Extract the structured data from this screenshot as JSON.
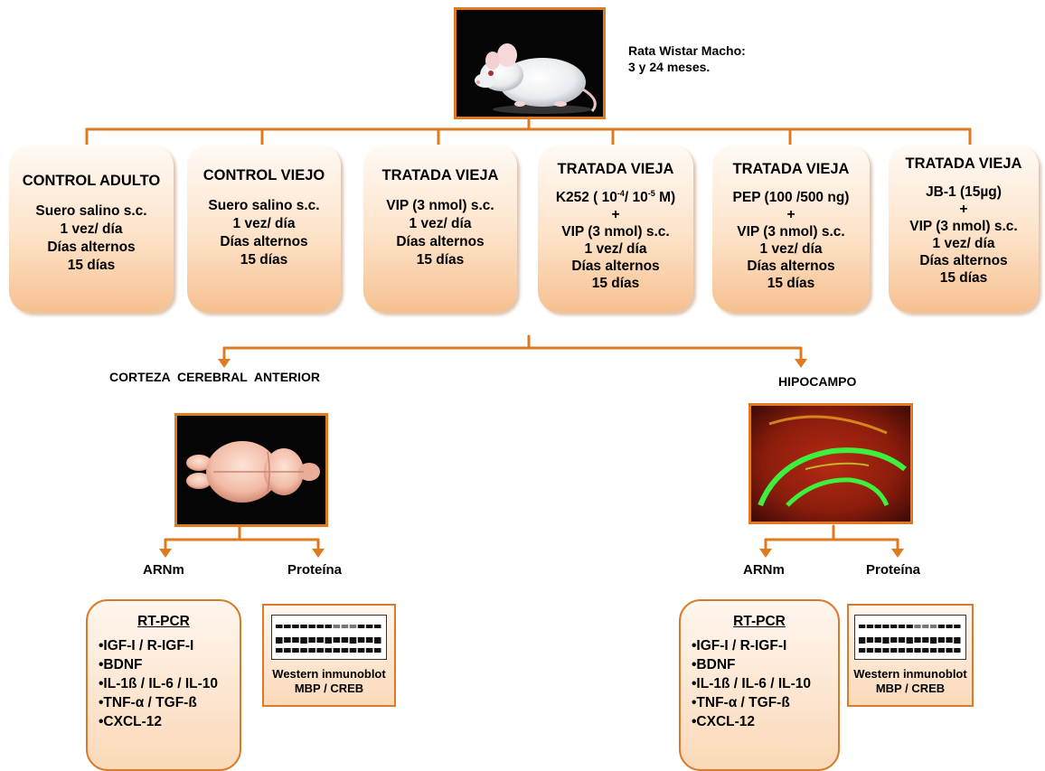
{
  "subject": {
    "title": "Rata Wistar Macho:",
    "ages": "3 y 24 meses."
  },
  "groups": [
    {
      "title": "CONTROL ADULTO",
      "lines": [
        "Suero salino s.c.",
        "1 vez/ día",
        "Días alternos",
        "15 días"
      ]
    },
    {
      "title": "CONTROL VIEJO",
      "lines": [
        "Suero salino s.c.",
        "1 vez/ día",
        "Días alternos",
        "15 días"
      ]
    },
    {
      "title": "TRATADA VIEJA",
      "lines": [
        "VIP (3 nmol) s.c.",
        "1 vez/ día",
        "Días alternos",
        "15 días"
      ]
    },
    {
      "title": "TRATADA VIEJA",
      "lines": [
        "K252 ( 10-4/ 10-5 M)",
        "+",
        "VIP (3 nmol) s.c.",
        "1 vez/ día",
        "Días alternos",
        "15 días"
      ]
    },
    {
      "title": "TRATADA VIEJA",
      "lines": [
        "PEP (100 /500 ng)",
        "+",
        "VIP (3 nmol) s.c.",
        "1 vez/ día",
        "Días alternos",
        "15 días"
      ]
    },
    {
      "title": "TRATADA VIEJA",
      "lines": [
        "JB-1 (15µg)",
        "+",
        "VIP (3 nmol) s.c.",
        "1 vez/ día",
        "Días alternos",
        "15 días"
      ]
    }
  ],
  "regions": [
    {
      "name": "CORTEZA CEREBRAL ANTERIOR",
      "arnm_label": "ARNm",
      "protein_label": "Proteína",
      "rtpcr_title": "RT-PCR",
      "rtpcr_items": [
        "•IGF-I / R-IGF-I",
        "•BDNF",
        "•IL-1ß / IL-6 / IL-10",
        "•TNF-α / TGF-ß",
        "•CXCL-12"
      ],
      "western_title": "Western inmunoblot",
      "western_targets": "MBP / CREB"
    },
    {
      "name": "HIPOCAMPO",
      "arnm_label": "ARNm",
      "protein_label": "Proteína",
      "rtpcr_title": "RT-PCR",
      "rtpcr_items": [
        "•IGF-I / R-IGF-I",
        "•BDNF",
        "•IL-1ß / IL-6 / IL-10",
        "•TNF-α / TGF-ß",
        "•CXCL-12"
      ],
      "western_title": "Western inmunoblot",
      "western_targets": "MBP / CREB"
    }
  ],
  "colors": {
    "connector": "#e07a1f",
    "box_fill": "#fde2c8",
    "box_border": "#d97b2a"
  },
  "icons": [
    "rat-photo",
    "brain-photo",
    "hippocampus-photo",
    "western-blot-image"
  ]
}
